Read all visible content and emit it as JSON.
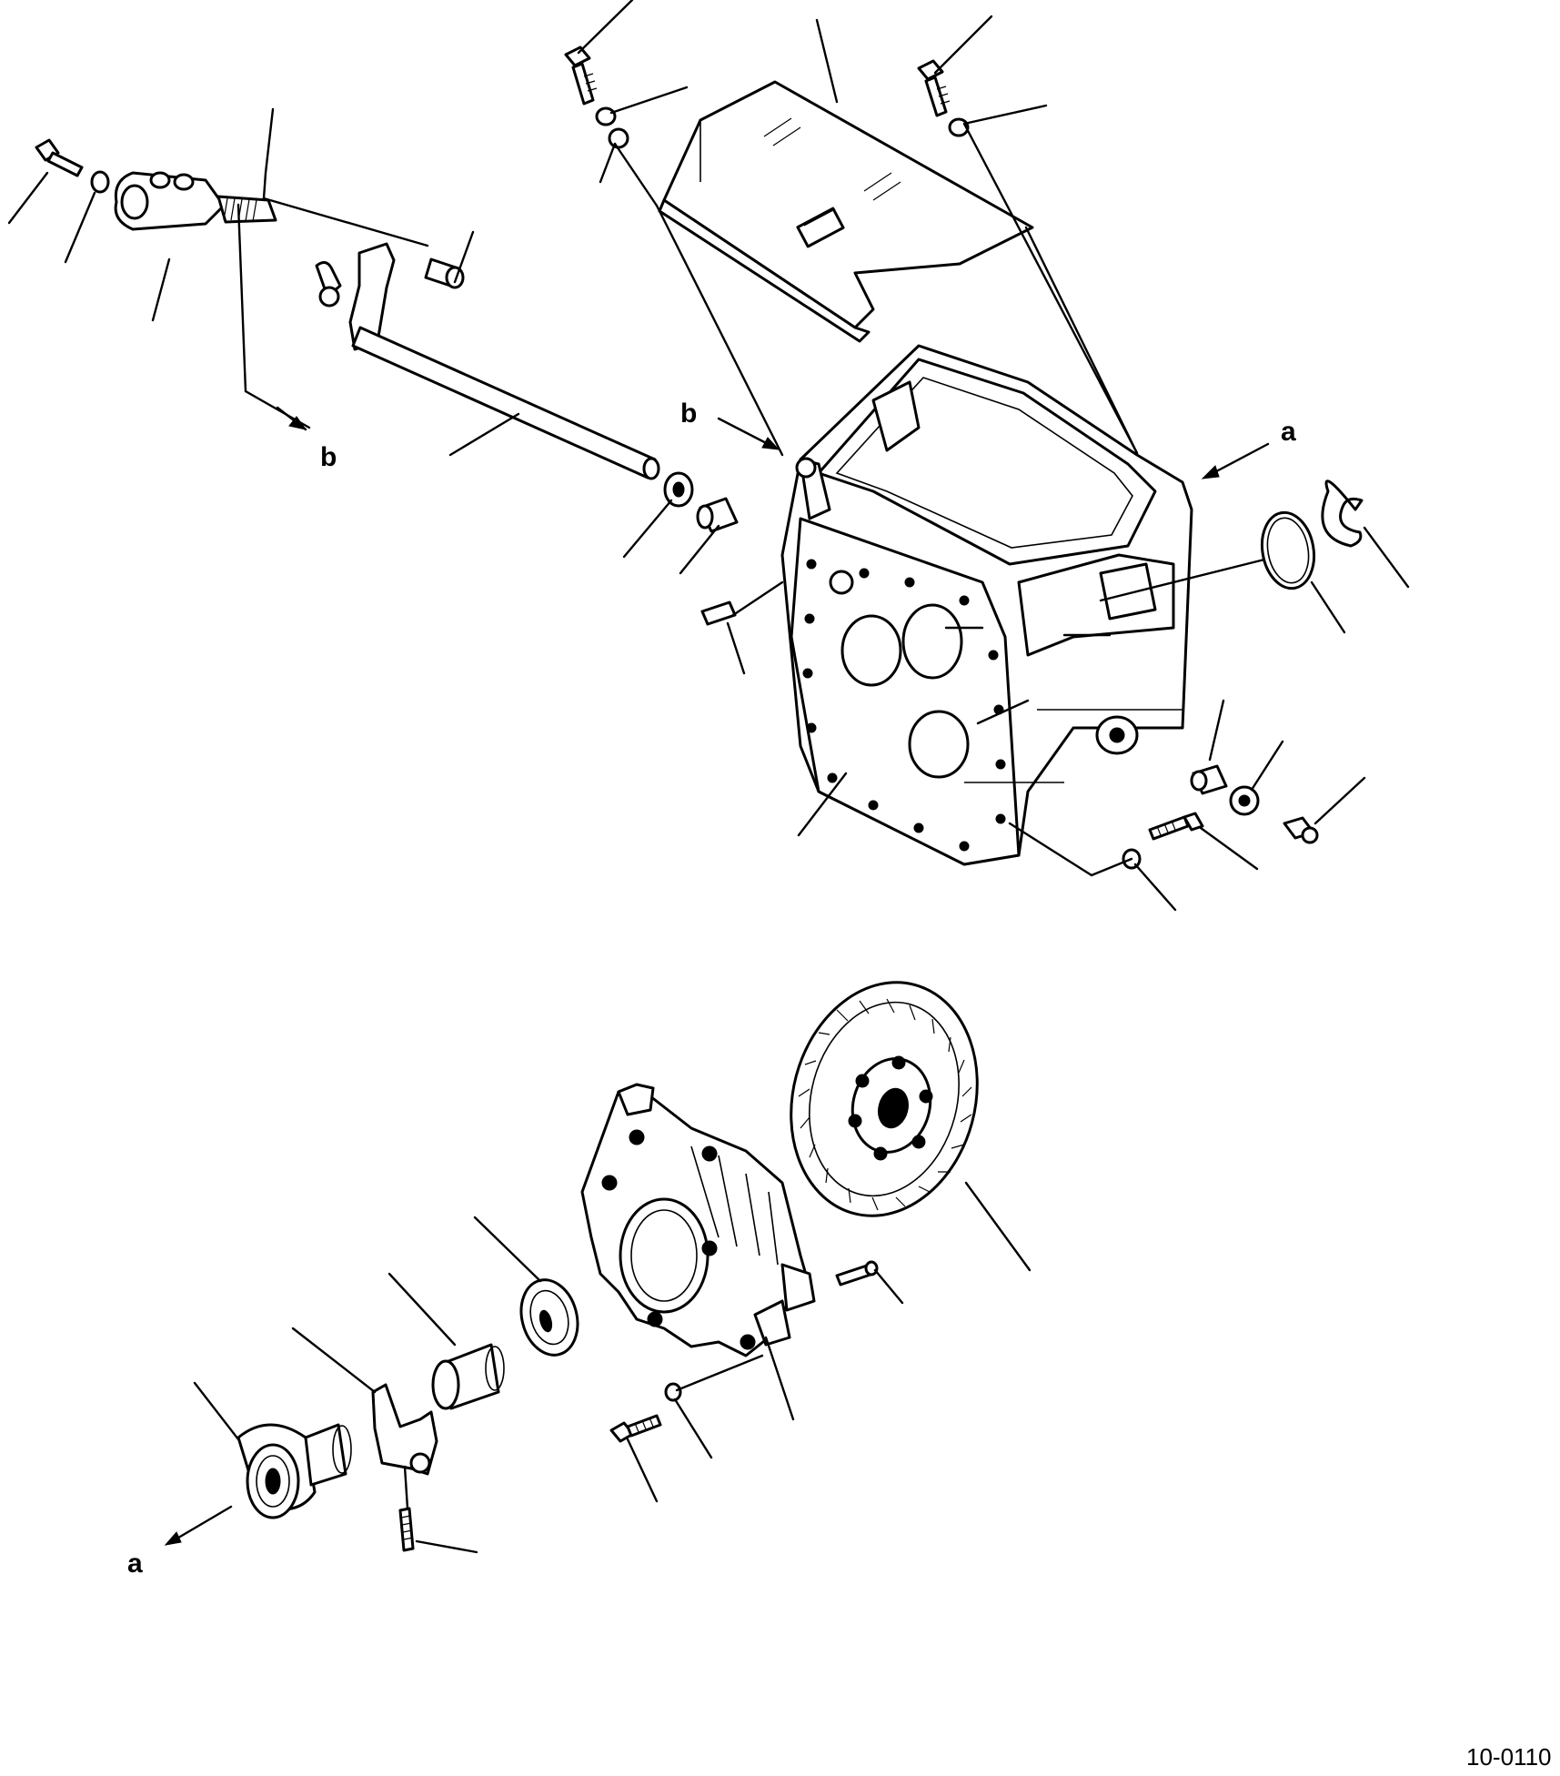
{
  "labels": {
    "b": "b",
    "a": "a"
  },
  "reference_code": "10-0110"
}
